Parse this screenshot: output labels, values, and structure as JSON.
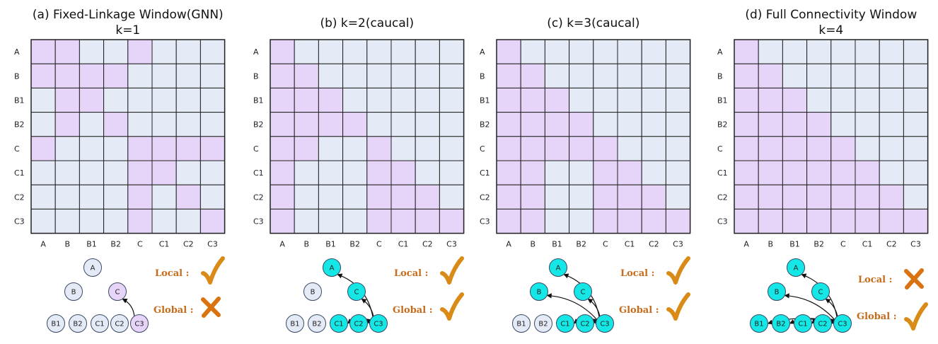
{
  "labels": [
    "A",
    "B",
    "B1",
    "B2",
    "C",
    "C1",
    "C2",
    "C3"
  ],
  "colors": {
    "active_cell": "#e6d5f8",
    "inactive_cell": "#e4ebf6",
    "grid_line": "#222222",
    "active_node": "#15e6e6",
    "node_purple": "#e6d5f8",
    "node_light": "#e4ebf6",
    "legend_text": "#c56b1a",
    "check": "#d98a17",
    "cross": "#d9720f"
  },
  "legend": {
    "local_label": "Local :",
    "global_label": "Global :"
  },
  "panels": [
    {
      "title": "(a) Fixed-Linkage Window(GNN)",
      "subtitle": "k=1",
      "matrix": [
        [
          1,
          1,
          0,
          0,
          1,
          0,
          0,
          0
        ],
        [
          1,
          1,
          1,
          1,
          0,
          0,
          0,
          0
        ],
        [
          0,
          1,
          1,
          0,
          0,
          0,
          0,
          0
        ],
        [
          0,
          1,
          0,
          1,
          0,
          0,
          0,
          0
        ],
        [
          1,
          0,
          0,
          0,
          1,
          1,
          1,
          1
        ],
        [
          0,
          0,
          0,
          0,
          1,
          1,
          0,
          0
        ],
        [
          0,
          0,
          0,
          0,
          1,
          0,
          1,
          0
        ],
        [
          0,
          0,
          0,
          0,
          1,
          0,
          0,
          1
        ]
      ],
      "active_nodes": [],
      "purple_nodes": [
        "C",
        "C3"
      ],
      "local": "check",
      "global": "cross"
    },
    {
      "title": "(b)  k=2(caucal)",
      "subtitle": "",
      "matrix": [
        [
          1,
          0,
          0,
          0,
          0,
          0,
          0,
          0
        ],
        [
          1,
          1,
          0,
          0,
          0,
          0,
          0,
          0
        ],
        [
          1,
          1,
          1,
          0,
          0,
          0,
          0,
          0
        ],
        [
          1,
          1,
          1,
          1,
          0,
          0,
          0,
          0
        ],
        [
          1,
          1,
          0,
          0,
          1,
          0,
          0,
          0
        ],
        [
          1,
          0,
          0,
          0,
          1,
          1,
          0,
          0
        ],
        [
          1,
          0,
          0,
          0,
          1,
          1,
          1,
          0
        ],
        [
          1,
          0,
          0,
          0,
          1,
          1,
          1,
          1
        ]
      ],
      "active_nodes": [
        "A",
        "C",
        "C1",
        "C2",
        "C3"
      ],
      "purple_nodes": [],
      "local": "check",
      "global": "check"
    },
    {
      "title": "(c)  k=3(caucal)",
      "subtitle": "",
      "matrix": [
        [
          1,
          0,
          0,
          0,
          0,
          0,
          0,
          0
        ],
        [
          1,
          1,
          0,
          0,
          0,
          0,
          0,
          0
        ],
        [
          1,
          1,
          1,
          0,
          0,
          0,
          0,
          0
        ],
        [
          1,
          1,
          1,
          1,
          0,
          0,
          0,
          0
        ],
        [
          1,
          1,
          1,
          1,
          1,
          0,
          0,
          0
        ],
        [
          1,
          1,
          0,
          0,
          1,
          1,
          0,
          0
        ],
        [
          1,
          1,
          0,
          0,
          1,
          1,
          1,
          0
        ],
        [
          1,
          1,
          0,
          0,
          1,
          1,
          1,
          1
        ]
      ],
      "active_nodes": [
        "A",
        "B",
        "C",
        "C1",
        "C2",
        "C3"
      ],
      "purple_nodes": [],
      "local": "check",
      "global": "check"
    },
    {
      "title": "(d) Full Connectivity Window",
      "subtitle": "k=4",
      "matrix": [
        [
          1,
          0,
          0,
          0,
          0,
          0,
          0,
          0
        ],
        [
          1,
          1,
          0,
          0,
          0,
          0,
          0,
          0
        ],
        [
          1,
          1,
          1,
          0,
          0,
          0,
          0,
          0
        ],
        [
          1,
          1,
          1,
          1,
          0,
          0,
          0,
          0
        ],
        [
          1,
          1,
          1,
          1,
          1,
          0,
          0,
          0
        ],
        [
          1,
          1,
          1,
          1,
          1,
          1,
          0,
          0
        ],
        [
          1,
          1,
          1,
          1,
          1,
          1,
          1,
          0
        ],
        [
          1,
          1,
          1,
          1,
          1,
          1,
          1,
          1
        ]
      ],
      "active_nodes": [
        "A",
        "B",
        "B1",
        "B2",
        "C",
        "C1",
        "C2",
        "C3"
      ],
      "purple_nodes": [],
      "local": "cross",
      "global": "check"
    }
  ]
}
